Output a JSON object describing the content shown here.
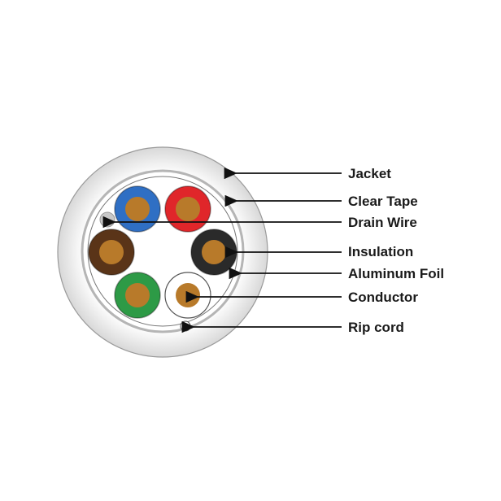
{
  "labels": {
    "jacket": "Jacket",
    "clear_tape": "Clear Tape",
    "drain_wire": "Drain Wire",
    "insulation": "Insulation",
    "aluminum_foil": "Aluminum Foil",
    "conductor": "Conductor",
    "rip_cord": "Rip cord"
  },
  "colors": {
    "blue": "#2f6fc4",
    "red": "#e0262a",
    "brown": "#5a3418",
    "black": "#2a2a2a",
    "green": "#2d9a46",
    "white": "#ffffff",
    "copper": "#b87a2a"
  }
}
